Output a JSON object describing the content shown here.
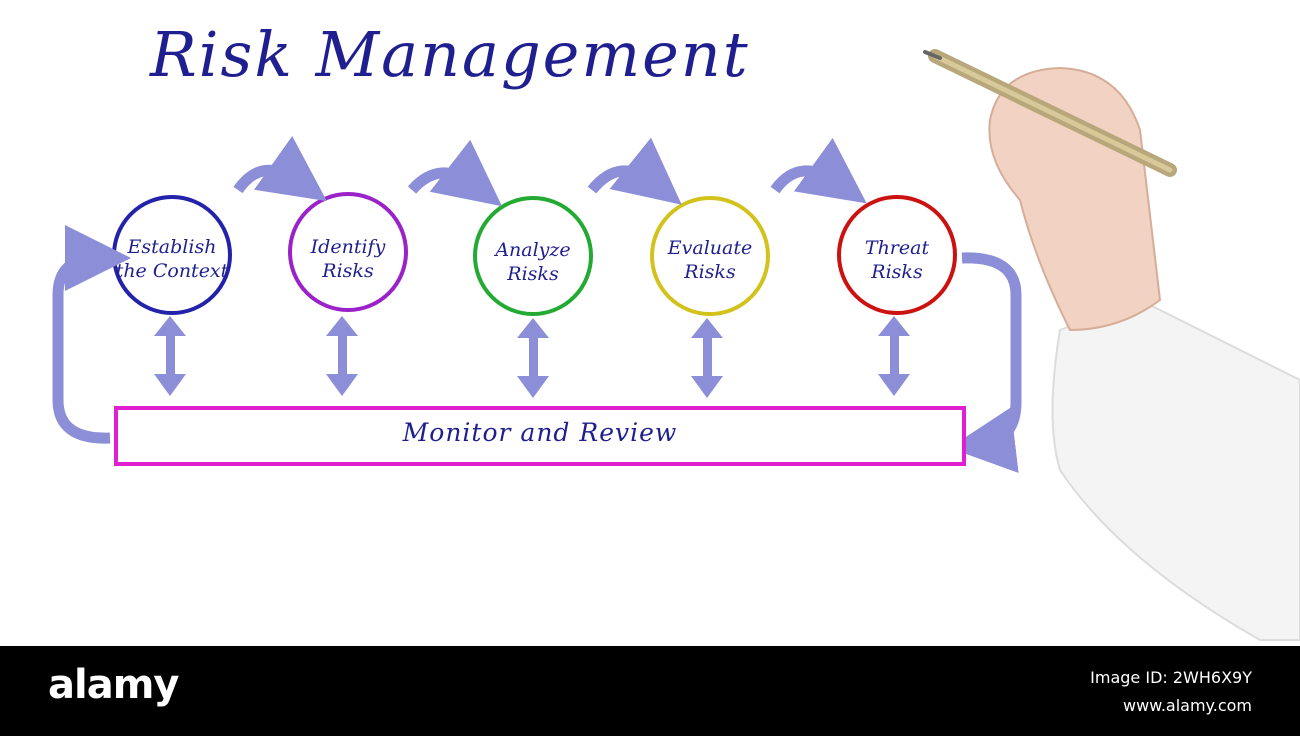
{
  "title": "Risk Management",
  "steps": [
    {
      "line1": "Establish",
      "line2": "the Context",
      "color": "#2222aa"
    },
    {
      "line1": "Identify",
      "line2": "Risks",
      "color": "#9a22c8"
    },
    {
      "line1": "Analyze",
      "line2": "Risks",
      "color": "#22aa33"
    },
    {
      "line1": "Evaluate",
      "line2": "Risks",
      "color": "#d4c21c"
    },
    {
      "line1": "Threat",
      "line2": "Risks",
      "color": "#cc1111"
    }
  ],
  "monitor": {
    "label": "Monitor and Review",
    "border_color": "#e020d0"
  },
  "arrow_color": "#8c8fd8",
  "text_color": "#1f1f8f",
  "footer": {
    "brand": "alamy",
    "image_id": "Image ID: 2WH6X9Y",
    "site": "www.alamy.com"
  }
}
